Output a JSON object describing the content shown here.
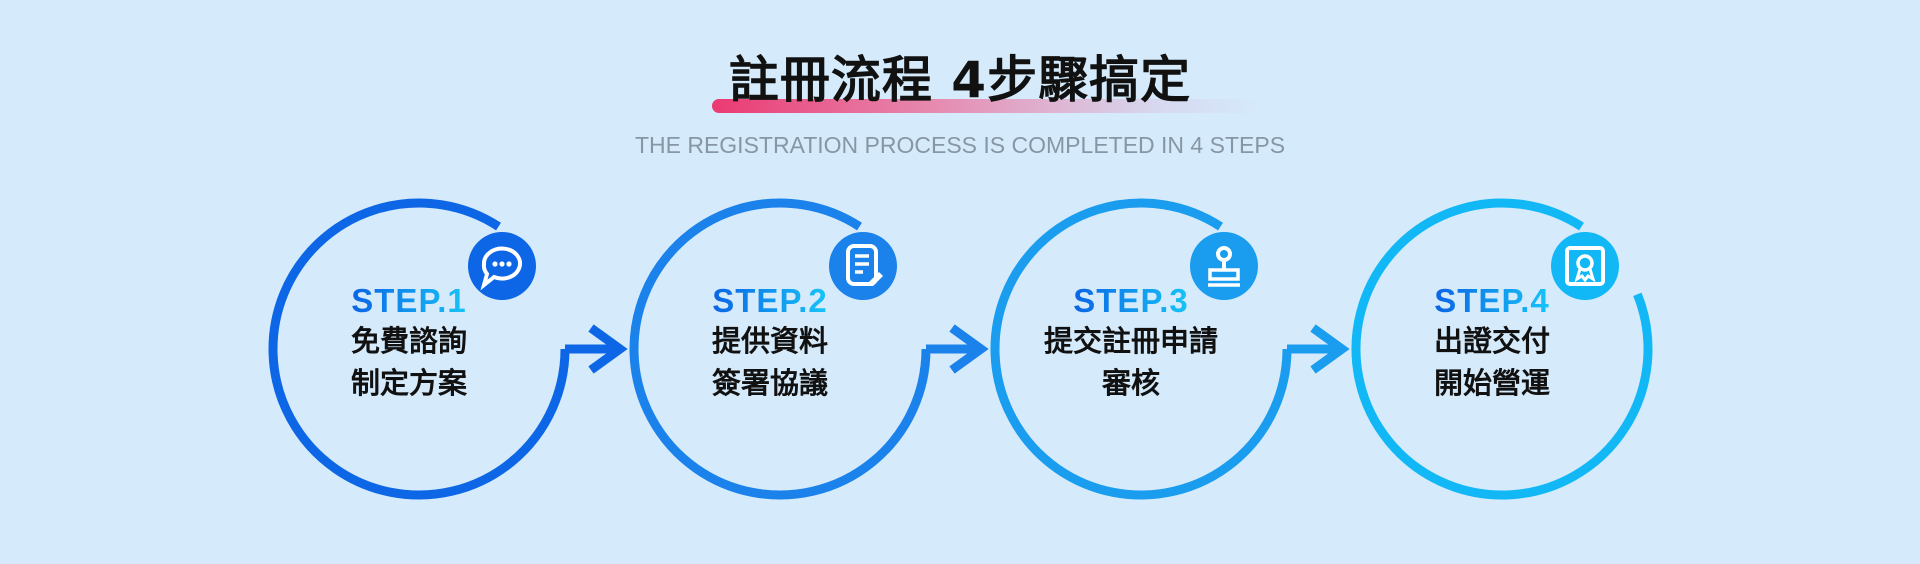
{
  "header": {
    "title": "註冊流程 4步驟搞定",
    "subtitle": "THE REGISTRATION PROCESS IS COMPLETED IN 4 STEPS"
  },
  "colors": {
    "background": "#d5ebfc",
    "underline_start": "#ea3a72"
  },
  "steps": [
    {
      "label": "STEP.1",
      "lines": [
        "免費諮詢",
        "制定方案"
      ],
      "icon": "chat-bubble-icon",
      "color": "#0d66e6",
      "arrow": true
    },
    {
      "label": "STEP.2",
      "lines": [
        "提供資料",
        "簽署協議"
      ],
      "icon": "document-edit-icon",
      "color": "#1a82ea",
      "arrow": true
    },
    {
      "label": "STEP.3",
      "lines": [
        "提交註冊申請",
        "審核"
      ],
      "icon": "stamp-icon",
      "color": "#1a9cef",
      "arrow": true
    },
    {
      "label": "STEP.4",
      "lines": [
        "出證交付",
        "開始營運"
      ],
      "icon": "certificate-icon",
      "color": "#12b8f5",
      "arrow": false
    }
  ]
}
